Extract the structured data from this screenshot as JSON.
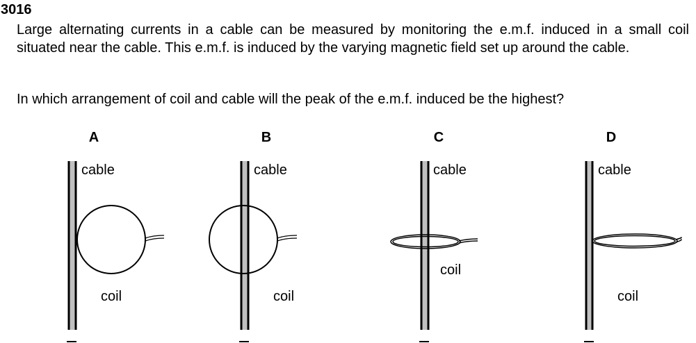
{
  "question": {
    "number": "3016",
    "stem": "Large alternating currents in a cable can be measured by monitoring the e.m.f. induced in a small coil situated near the cable. This e.m.f. is induced by the varying magnetic field set up around the cable.",
    "prompt": "In which arrangement of coil and cable will the peak of the e.m.f. induced be the highest?"
  },
  "options": [
    {
      "letter": "A",
      "cable_label": "cable",
      "coil_label": "coil"
    },
    {
      "letter": "B",
      "cable_label": "cable",
      "coil_label": "coil"
    },
    {
      "letter": "C",
      "cable_label": "cable",
      "coil_label": "coil"
    },
    {
      "letter": "D",
      "cable_label": "cable",
      "coil_label": "coil"
    }
  ],
  "colors": {
    "cable_fill": "#c0c0c0"
  }
}
